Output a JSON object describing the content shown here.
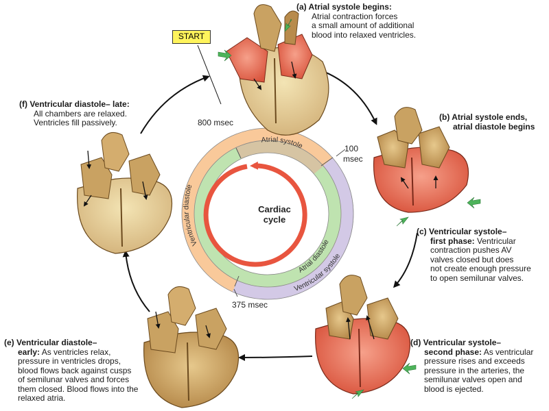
{
  "start_label": "START",
  "center": {
    "line1": "Cardiac",
    "line2": "cycle"
  },
  "ticks": {
    "t800": "800 msec",
    "t100a": "100",
    "t100b": "msec",
    "t375": "375 msec"
  },
  "ring_labels": {
    "atrial_systole": "Atrial systole",
    "atrial_diastole": "Atrial diastole",
    "ventricular_systole": "Ventricular systole",
    "ventricular_diastole": "Ventricular diastole"
  },
  "phases": {
    "a": {
      "title": "(a) Atrial systole begins:",
      "l1": "Atrial contraction forces",
      "l2": "a small amount of additional",
      "l3": "blood into relaxed ventricles."
    },
    "b": {
      "title1": "(b) Atrial systole ends,",
      "title2": "atrial diastole begins"
    },
    "c": {
      "title1": "(c) Ventricular systole–",
      "title2": "first phase:",
      "l0": "Ventricular",
      "l1": "contraction pushes AV",
      "l2": "valves closed but does",
      "l3": "not create enough pressure",
      "l4": "to open semilunar valves."
    },
    "d": {
      "title1": "(d) Ventricular systole–",
      "title2": "second phase:",
      "l0": "As ventricular",
      "l1": "pressure rises and exceeds",
      "l2": "pressure in the arteries, the",
      "l3": "semilunar valves open and",
      "l4": "blood is ejected."
    },
    "e": {
      "title1": "(e) Ventricular diastole–",
      "title2": "early:",
      "l0": "As ventricles relax,",
      "l1": "pressure in ventricles drops,",
      "l2": "blood flows back against cusps",
      "l3": "of semilunar valves and forces",
      "l4": "them closed.  Blood flows into the",
      "l5": "relaxed atria."
    },
    "f": {
      "title": "(f) Ventricular diastole– late:",
      "l1": "All chambers are relaxed.",
      "l2": "Ventricles fill passively."
    }
  },
  "colors": {
    "ventricular_diastole_ring": "#f9c99a",
    "atrial_systole_ring": "#d6c4a3",
    "ventricular_systole_ring": "#d3c9e6",
    "atrial_diastole_ring": "#bfe3b0",
    "cycle_arrow": "#e8553f",
    "start_box": "#fff45c",
    "heart_tan": "#c49a5a",
    "heart_red": "#e76c55",
    "green_arrow": "#4db35a"
  }
}
